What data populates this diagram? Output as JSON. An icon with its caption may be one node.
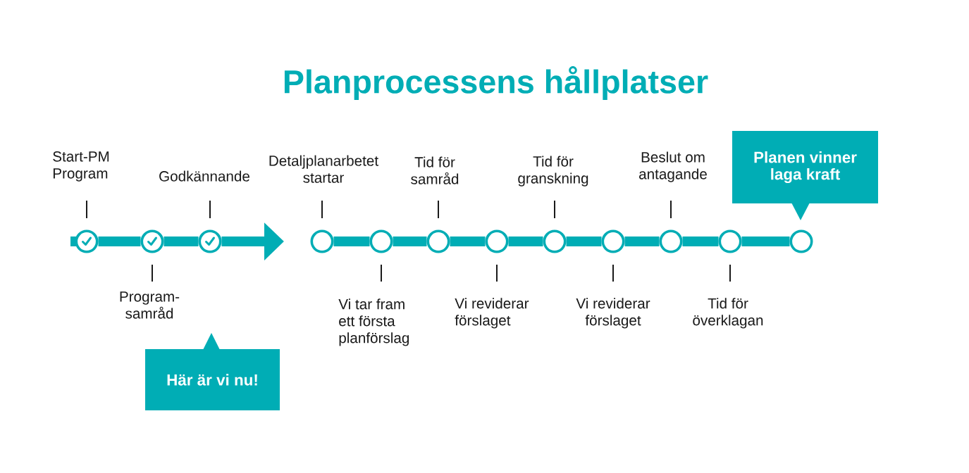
{
  "diagram": {
    "title": "Planprocessens hållplatser",
    "nodes": [
      {
        "text": [
          "Start-PM Program"
        ]
      },
      {
        "text": [],
        "shape": "circle"
      },
      {
        "text": [
          "Program- samråd"
        ]
      },
      {
        "text": [],
        "shape": "circle"
      },
      {
        "text": [
          "Godkännande"
        ]
      },
      {
        "text": [],
        "shape": "circle"
      },
      {
        "text": [
          "Här är vi nu!"
        ]
      },
      {
        "text": [
          "Detaljplanarbetet startar"
        ]
      },
      {
        "text": [],
        "shape": "circle"
      },
      {
        "text": [
          "Vi tar fram ett första planförslag"
        ]
      },
      {
        "text": [],
        "shape": "circle"
      },
      {
        "text": [
          "Tid för samråd"
        ]
      },
      {
        "text": [],
        "shape": "circle"
      },
      {
        "text": [
          "Vi reviderar förslaget"
        ]
      },
      {
        "text": [],
        "shape": "circle"
      },
      {
        "text": [
          "Tid för granskning"
        ]
      },
      {
        "text": [],
        "shape": "circle"
      },
      {
        "text": [
          "Vi reviderar förslaget"
        ]
      },
      {
        "text": [],
        "shape": "circle"
      },
      {
        "text": [
          "Beslut om antagande"
        ]
      },
      {
        "text": [],
        "shape": "circle"
      },
      {
        "text": [
          "Tid för överklagan"
        ]
      },
      {
        "text": [],
        "shape": "circle"
      },
      {
        "text": [
          "Planen vinner laga kraft"
        ]
      },
      {
        "text": [],
        "shape": "circle"
      }
    ],
    "edges": [
      {
        "from": 0,
        "to": 1,
        "arrow": "none"
      },
      {
        "from": 2,
        "to": 3,
        "arrow": "none"
      },
      {
        "from": 4,
        "to": 5,
        "arrow": "none"
      },
      {
        "from": 7,
        "to": 8,
        "arrow": "none"
      },
      {
        "from": 9,
        "to": 10,
        "arrow": "none"
      },
      {
        "from": 11,
        "to": 12,
        "arrow": "none"
      },
      {
        "from": 13,
        "to": 14,
        "arrow": "none"
      },
      {
        "from": 15,
        "to": 16,
        "arrow": "none"
      },
      {
        "from": 17,
        "to": 18,
        "arrow": "none"
      },
      {
        "from": 19,
        "to": 20,
        "arrow": "none"
      },
      {
        "from": 21,
        "to": 22,
        "arrow": "none"
      },
      {
        "from": 1,
        "to": 3,
        "arrow": "none",
        "style": "thick",
        "color": "#00adb5"
      },
      {
        "from": 3,
        "to": 5,
        "arrow": "none",
        "style": "thick",
        "color": "#00adb5"
      },
      {
        "from": 5,
        "to": null,
        "arrow": "to",
        "style": "thick",
        "color": "#00adb5"
      },
      {
        "from": 8,
        "to": 10,
        "arrow": "none",
        "style": "thick",
        "color": "#00adb5"
      },
      {
        "from": 10,
        "to": 12,
        "arrow": "none",
        "style": "thick",
        "color": "#00adb5"
      },
      {
        "from": 12,
        "to": 14,
        "arrow": "none",
        "style": "thick",
        "color": "#00adb5"
      },
      {
        "from": 14,
        "to": 16,
        "arrow": "none",
        "style": "thick",
        "color": "#00adb5"
      },
      {
        "from": 16,
        "to": 18,
        "arrow": "none",
        "style": "thick",
        "color": "#00adb5"
      },
      {
        "from": 18,
        "to": 20,
        "arrow": "none",
        "style": "thick",
        "color": "#00adb5"
      },
      {
        "from": 20,
        "to": 22,
        "arrow": "none",
        "style": "thick",
        "color": "#00adb5"
      },
      {
        "from": 22,
        "to": 24,
        "arrow": "none",
        "style": "thick",
        "color": "#00adb5"
      }
    ]
  }
}
